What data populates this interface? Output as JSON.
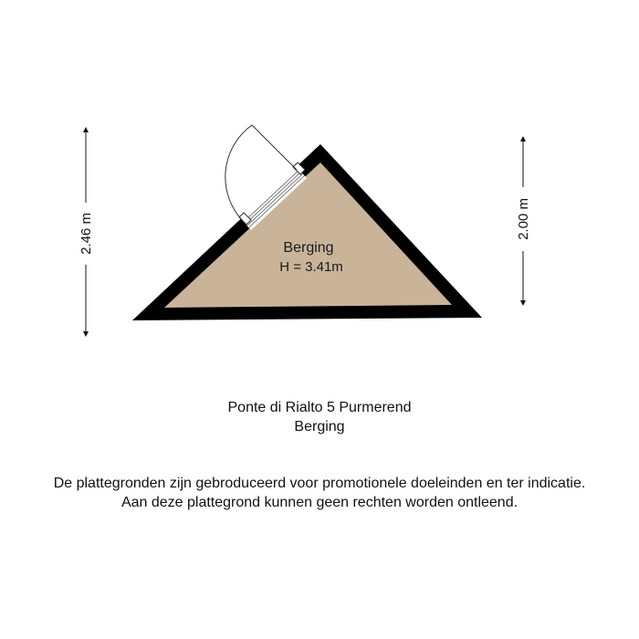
{
  "room": {
    "name": "Berging",
    "height_label": "H = 3.41m",
    "floor_color": "#c9b49a",
    "wall_color": "#000000"
  },
  "dimensions": {
    "left": "2.46 m",
    "right": "2.00 m"
  },
  "caption": {
    "address": "Ponte di Rialto 5 Purmerend",
    "floor_name": "Berging"
  },
  "disclaimer": {
    "line1": "De plattegronden zijn gebroduceerd voor promotionele doeleinden en ter indicatie.",
    "line2": "Aan deze plattegrond kunnen geen rechten worden ontleend."
  }
}
